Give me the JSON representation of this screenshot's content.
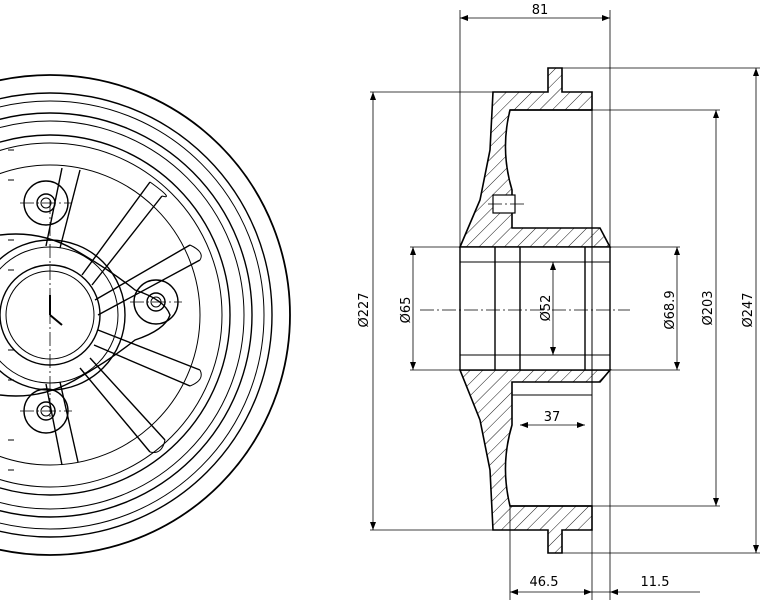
{
  "drawing": {
    "dimensions": {
      "width_81": "81",
      "d227": "Ø227",
      "d65": "Ø65",
      "d52": "Ø52",
      "d68_9": "Ø68.9",
      "d203": "Ø203",
      "d247": "Ø247",
      "len_37": "37",
      "len_46_5": "46.5",
      "len_11_5": "11.5"
    },
    "colors": {
      "line": "#000000",
      "background": "#ffffff"
    }
  }
}
